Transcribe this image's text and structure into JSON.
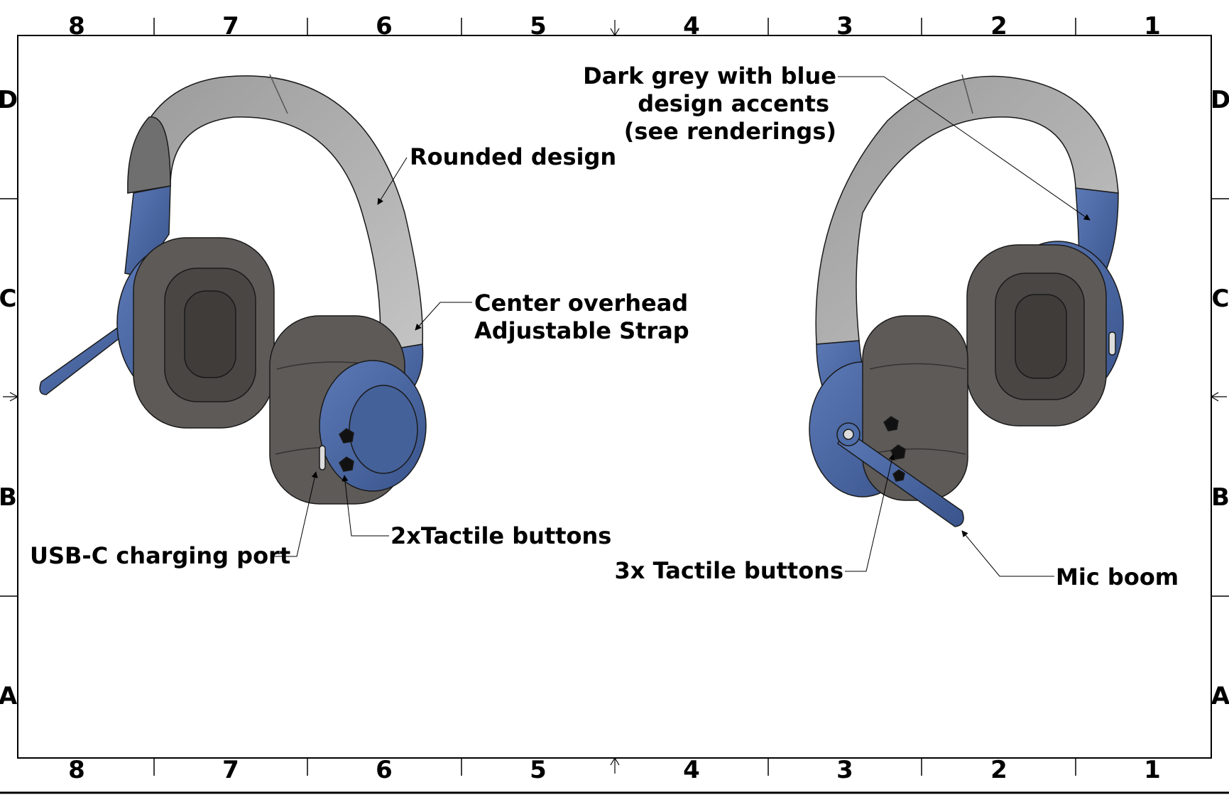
{
  "drawing": {
    "column_zones": [
      "8",
      "7",
      "6",
      "5",
      "4",
      "3",
      "2",
      "1"
    ],
    "row_zones": [
      "D",
      "C",
      "B",
      "A"
    ]
  },
  "callouts": {
    "rounded_design": "Rounded design",
    "strap_line1": "Center overhead",
    "strap_line2": "Adjustable Strap",
    "usb_port": "USB-C charging port",
    "left_buttons": "2xTactile buttons",
    "color_line1": "Dark grey with blue",
    "color_line2": "design accents",
    "color_line3": "(see renderings)",
    "right_buttons": "3x Tactile buttons",
    "mic_boom": "Mic boom"
  },
  "colors": {
    "headband_grey": "#a8a8a8",
    "cushion_grey": "#5e5a58",
    "accent_blue": "#4a67a3",
    "line": "#000000"
  }
}
